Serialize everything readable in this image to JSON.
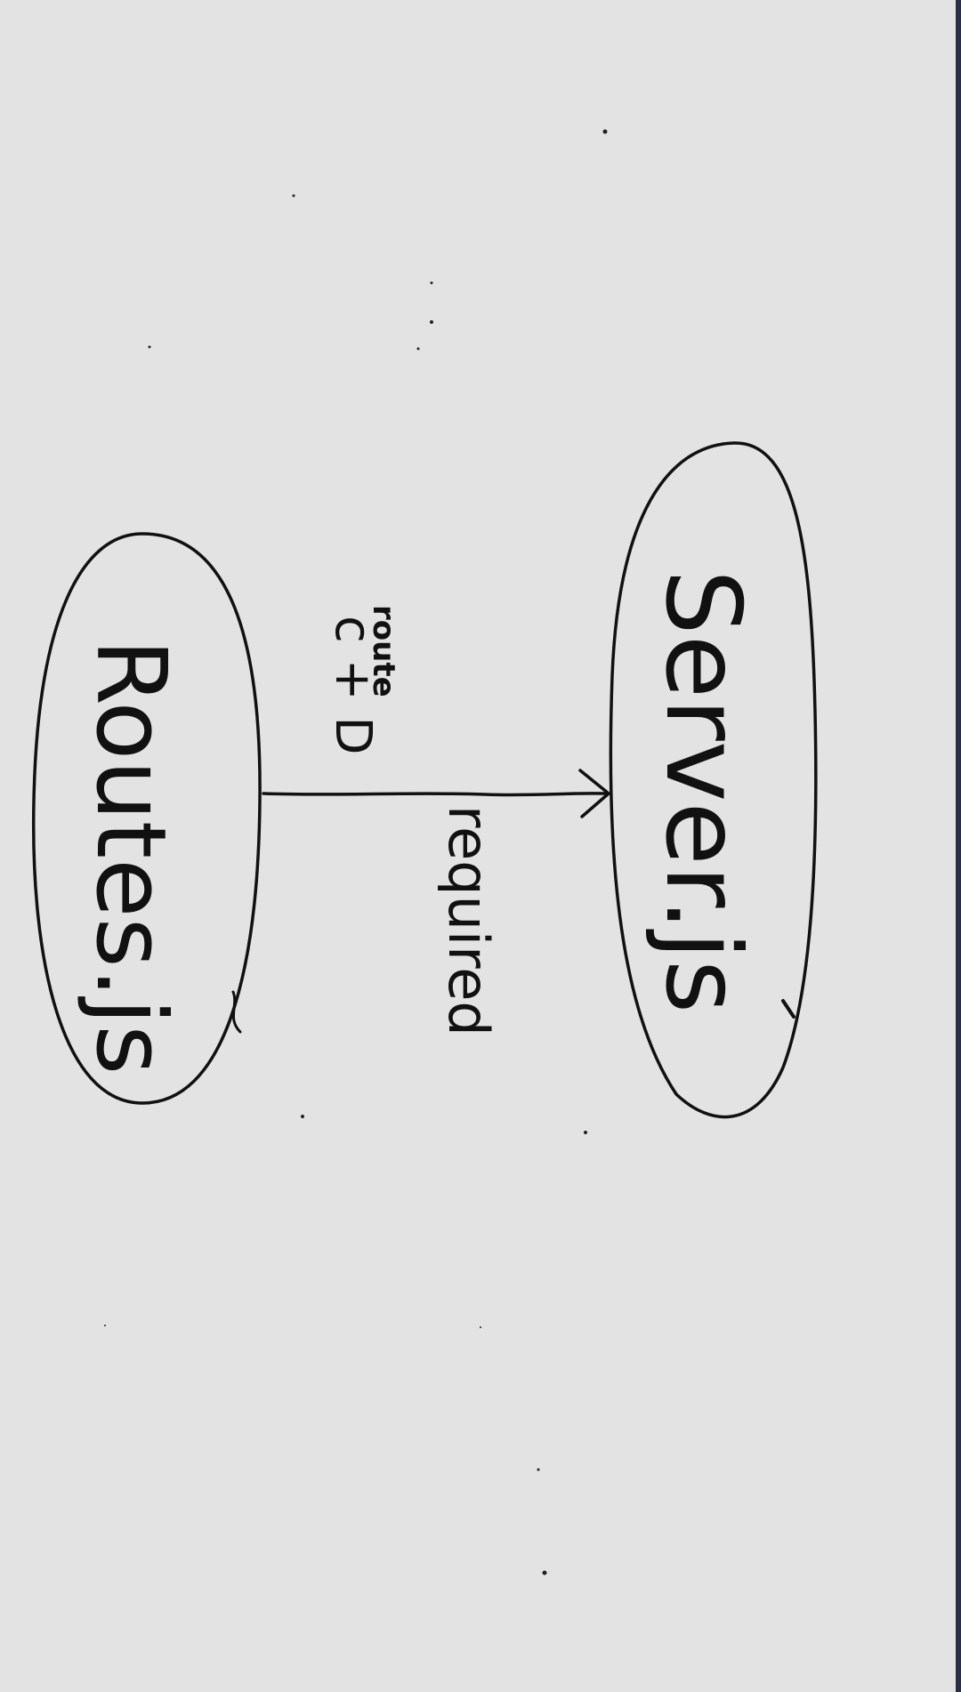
{
  "diagram": {
    "nodes": [
      {
        "id": "routes",
        "label": "Routes.js"
      },
      {
        "id": "server",
        "label": "Server.js"
      }
    ],
    "edge": {
      "from": "routes",
      "to": "server",
      "label_above": "route\nc + D",
      "label_above_line1": "route",
      "label_above_line2": "c + D",
      "label_below": "required"
    },
    "colors": {
      "ink": "#111111",
      "paper": "#e3e3e3",
      "edge_strip": "#2b2f45"
    }
  }
}
